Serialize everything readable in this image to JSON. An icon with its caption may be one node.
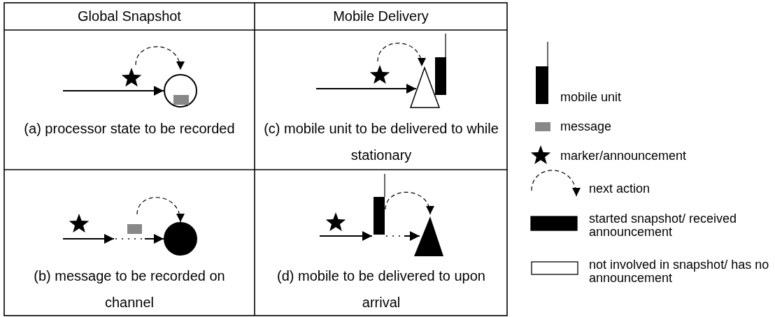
{
  "diagram": {
    "labels": [
      "Global Snapshot",
      "Mobile Delivery",
      "(a) processor state to be recorded",
      "(c) mobile unit to be delivered to while stationary",
      "(b) message to be recorded on channel",
      "(d) mobile to be delivered to upon arrival"
    ],
    "legend": [
      {
        "text": "mobile unit"
      },
      {
        "text": "message",
        "color": "#888888"
      },
      {
        "text": "marker/announcement"
      },
      {
        "text": "next action"
      },
      {
        "text": "started snapshot/ received announcement",
        "color": "#000000"
      },
      {
        "text": "not involved in snapshot/ has no announcement",
        "color": "#ffffff"
      }
    ]
  }
}
